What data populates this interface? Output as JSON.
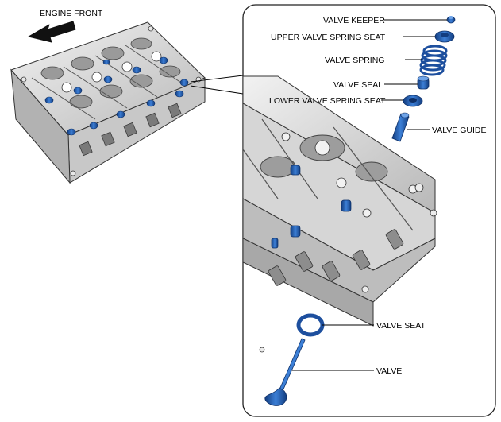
{
  "figure": {
    "engine_front_label": "ENGINE FRONT",
    "parts": [
      {
        "id": "valve-keeper",
        "label": "VALVE KEEPER"
      },
      {
        "id": "upper-valve-spring-seat",
        "label": "UPPER VALVE SPRING SEAT"
      },
      {
        "id": "valve-spring",
        "label": "VALVE SPRING"
      },
      {
        "id": "valve-seal",
        "label": "VALVE SEAL"
      },
      {
        "id": "lower-valve-spring-seat",
        "label": "LOWER VALVE SPRING SEAT"
      },
      {
        "id": "valve-guide",
        "label": "VALVE GUIDE"
      },
      {
        "id": "valve-seat",
        "label": "VALVE SEAT"
      },
      {
        "id": "valve",
        "label": "VALVE"
      }
    ],
    "colors": {
      "part_blue": "#2a63b8",
      "part_blue_dark": "#123d80",
      "metal_light": "#e3e3e3",
      "metal_mid": "#c4c4c4",
      "metal_dark": "#8a8a8a",
      "outline": "#333333"
    }
  }
}
